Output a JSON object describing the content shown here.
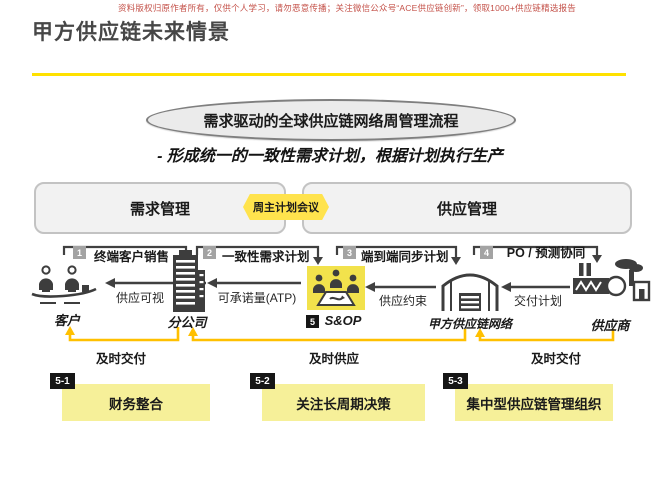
{
  "watermark": "资料版权归原作者所有，仅供个人学习，请勿恶意传播；关注微信公众号“ACE供应链创新”，领取1000+供应链精选报告",
  "title": "甲方供应链未来情景",
  "banner": {
    "oval_title": "需求驱动的全球供应链网络周管理流程",
    "subtitle": "- 形成统一的一致性需求计划，根据计划执行生产"
  },
  "management": {
    "demand": "需求管理",
    "meeting": "周主计划会议",
    "supply": "供应管理"
  },
  "steps": [
    {
      "num": "1",
      "label": "终端客户销售"
    },
    {
      "num": "2",
      "label": "一致性需求计划"
    },
    {
      "num": "3",
      "label": "端到端同步计划"
    },
    {
      "num": "4",
      "label": "PO / 预测协同"
    }
  ],
  "entities": {
    "customer": "客户",
    "branch": "分公司",
    "sop_num": "5",
    "sop": "S&OP",
    "network": "甲方供应链网络",
    "supplier": "供应商"
  },
  "flow_labels": {
    "supply_visibility": "供应可视",
    "atp": "可承诺量(ATP)",
    "supply_constraint": "供应约束",
    "delivery_plan": "交付计划"
  },
  "timely": [
    {
      "label": "及时交付"
    },
    {
      "label": "及时供应"
    },
    {
      "label": "及时交付"
    }
  ],
  "initiatives": [
    {
      "num": "5-1",
      "label": "财务整合"
    },
    {
      "num": "5-2",
      "label": "关注长周期决策"
    },
    {
      "num": "5-3",
      "label": "集中型供应链管理组织"
    }
  ],
  "colors": {
    "accent_yellow": "#ffc000",
    "divider_yellow": "#ffe100",
    "light_yellow_box": "#f6f099",
    "sop_yellow": "#f2e24c",
    "hexagon_yellow": "#ffe34d",
    "badge_gray": "#a3a3a3",
    "badge_black": "#161616",
    "line_dark": "#404040"
  }
}
